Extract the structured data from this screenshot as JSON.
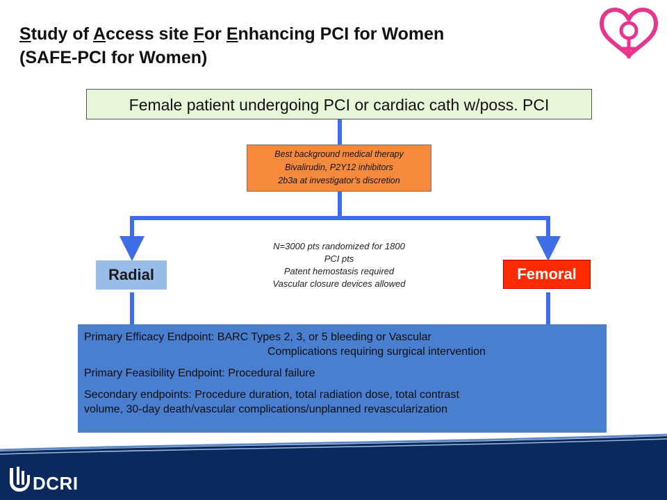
{
  "title": {
    "line1_parts": [
      "S",
      "tudy of ",
      "A",
      "ccess site ",
      "F",
      "or ",
      "E",
      "nhancing PCI for Women"
    ],
    "line2": "(SAFE-PCI for Women)"
  },
  "patient_box": "Female patient undergoing PCI or cardiac cath w/poss. PCI",
  "therapy_box": [
    "Best background medical therapy",
    "Bivalirudin, P2Y12 inhibitors",
    "2b3a at investigator’s discretion"
  ],
  "randomization_note": [
    "N=3000 pts randomized for 1800",
    "PCI pts",
    "Patent hemostasis required",
    "Vascular closure devices allowed"
  ],
  "arms": {
    "radial": "Radial",
    "femoral": "Femoral"
  },
  "endpoints": {
    "primary_efficacy_line1": "Primary Efficacy Endpoint:  BARC Types 2, 3, or 5 bleeding or Vascular",
    "primary_efficacy_line2": "Complications requiring surgical intervention",
    "primary_feasibility": "Primary Feasibility Endpoint:   Procedural failure",
    "secondary_line1": "Secondary endpoints:  Procedure duration, total radiation dose, total contrast",
    "secondary_line2": "volume, 30-day death/vascular complications/unplanned revascularization"
  },
  "footer": {
    "logo_text": "DCRI"
  },
  "colors": {
    "arrow_blue": "#3d6ee8",
    "patient_box_fill": "#e8f5d8",
    "therapy_box_fill": "#f58a3c",
    "radial_fill": "#99bde8",
    "femoral_fill": "#ff2a00",
    "endpoints_fill": "#4a7fd0",
    "logo_pink": "#e8348a",
    "footer_navy": "#0a2a5e"
  },
  "icons": {
    "top_right_logo": "heart-female-symbol-icon",
    "footer_logo": "dcri-logo-icon"
  }
}
